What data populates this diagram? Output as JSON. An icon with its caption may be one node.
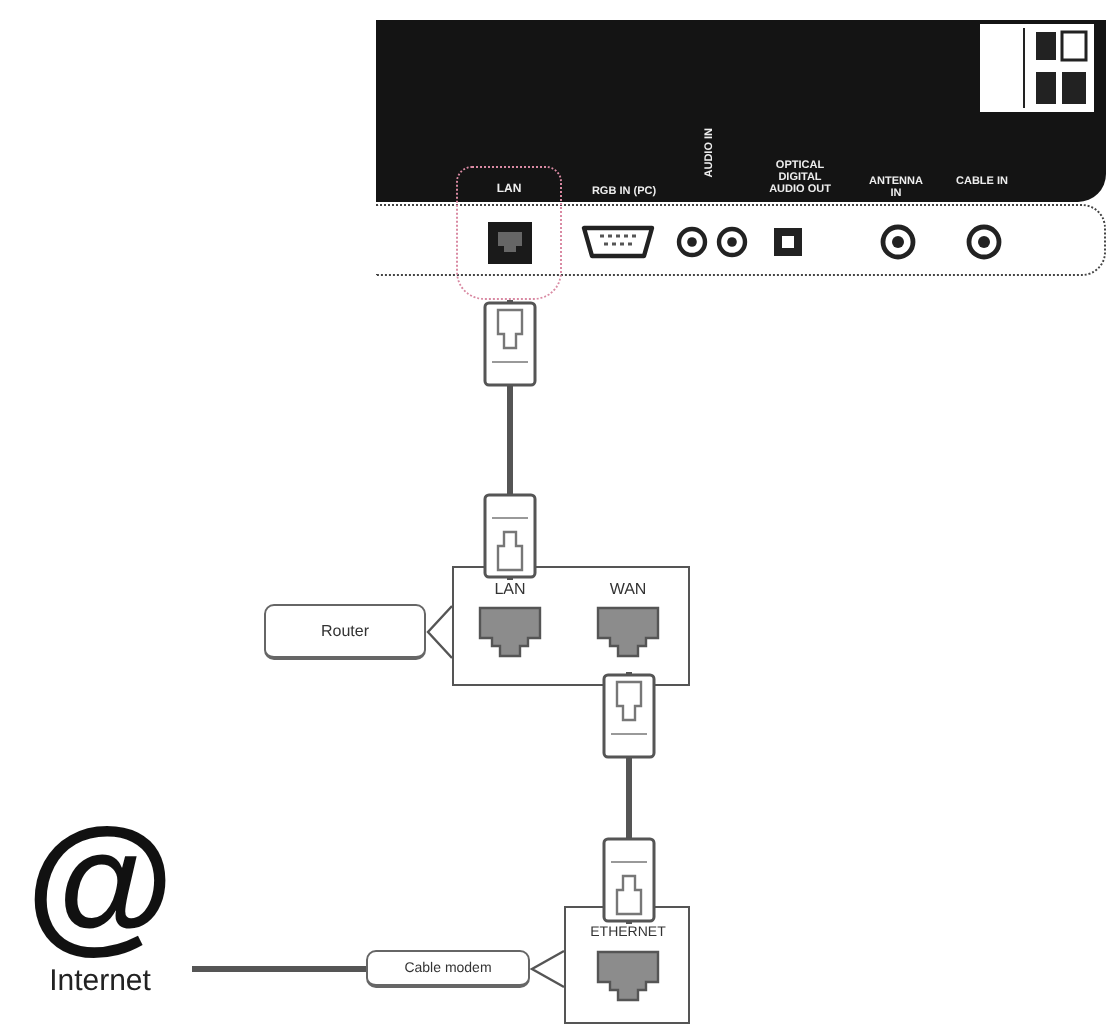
{
  "diagram": {
    "nodes": [
      {
        "text": [
          "LAN"
        ]
      },
      {
        "text": [
          "Router"
        ]
      },
      {
        "text": [],
        "shape": "box"
      },
      {
        "text": [
          "LAN"
        ],
        "in": 2
      },
      {
        "text": [
          "WAN"
        ],
        "in": 2
      },
      {
        "text": [
          "@",
          "Internet"
        ]
      },
      {
        "text": [
          "Cable modem"
        ]
      },
      {
        "text": [],
        "shape": "box"
      },
      {
        "text": [
          "ETHERNET"
        ],
        "in": 7
      }
    ],
    "edges": [
      {
        "from": 0,
        "to": 3,
        "arrow": "other"
      },
      {
        "from": 4,
        "to": 8,
        "arrow": "other"
      },
      {
        "from": 5,
        "to": 6,
        "arrow": "none"
      },
      {
        "from": 2,
        "to": 1,
        "arrow": "none"
      },
      {
        "from": 7,
        "to": 6,
        "arrow": "none"
      }
    ],
    "labels": [
      "RGB IN (PC)",
      "AUDIO IN",
      "OPTICAL DIGITAL AUDIO OUT",
      "ANTENNA IN",
      "CABLE IN"
    ]
  }
}
